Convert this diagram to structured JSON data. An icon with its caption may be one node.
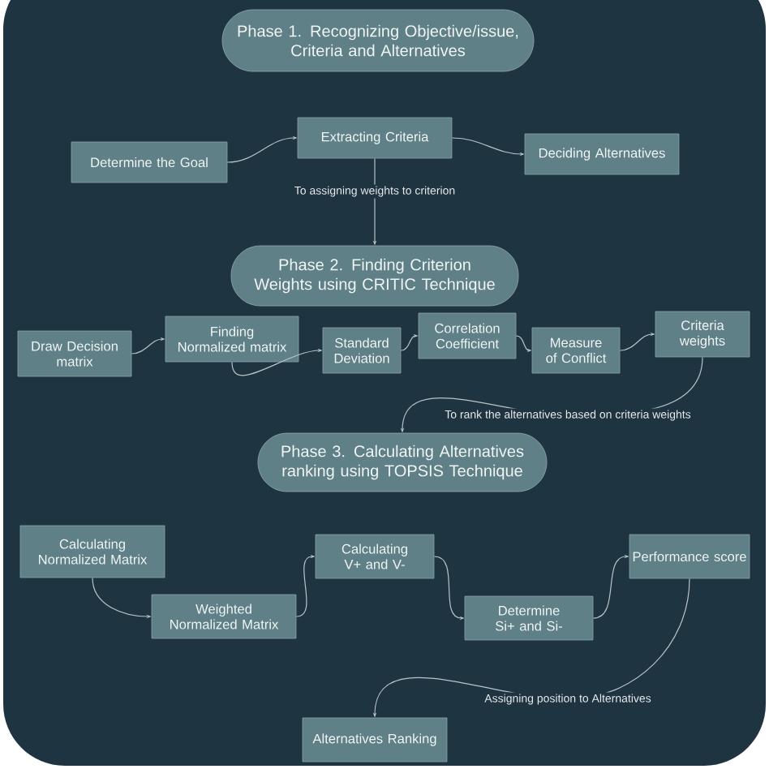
{
  "diagram": {
    "nodes": [
      {
        "text": [
          "Phase 1. Recognizing Objective/issue, Criteria and Alternatives"
        ]
      },
      {
        "text": [
          "Determine the Goal"
        ]
      },
      {
        "text": [
          "Extracting Criteria"
        ]
      },
      {
        "text": [
          "Deciding Alternatives"
        ]
      },
      {
        "text": [
          "Phase 2. Finding Criterion Weights using CRITIC Technique"
        ]
      },
      {
        "text": [
          "Draw Decision matrix"
        ]
      },
      {
        "text": [
          "Finding Normalized matrix"
        ]
      },
      {
        "text": [
          "Standard Deviation"
        ]
      },
      {
        "text": [
          "Correlation Coefficient"
        ]
      },
      {
        "text": [
          "Measure of Conflict"
        ]
      },
      {
        "text": [
          "Criteria weights"
        ]
      },
      {
        "text": [
          "Phase 3. Calculating Alternatives ranking using TOPSIS Technique"
        ]
      },
      {
        "text": [
          "Calculating Normalized Matrix"
        ]
      },
      {
        "text": [
          "Weighted Normalized Matrix"
        ]
      },
      {
        "text": [
          "Calculating V+ and V-"
        ]
      },
      {
        "text": [
          "Determine Si+ and Si-"
        ]
      },
      {
        "text": [
          "Performance score"
        ]
      },
      {
        "text": [
          "Alternatives Ranking"
        ]
      }
    ],
    "edges": [
      {
        "from": 1,
        "to": 2,
        "arrow": "to"
      },
      {
        "from": 2,
        "to": 3,
        "arrow": "to"
      },
      {
        "from": 2,
        "to": 4,
        "arrow": "to",
        "label": "To assigning weights to criterion"
      },
      {
        "from": 5,
        "to": 6,
        "arrow": "to"
      },
      {
        "from": 6,
        "to": 7,
        "arrow": "to"
      },
      {
        "from": 7,
        "to": 8,
        "arrow": "to"
      },
      {
        "from": 8,
        "to": 9,
        "arrow": "to"
      },
      {
        "from": 9,
        "to": 10,
        "arrow": "to"
      },
      {
        "from": 10,
        "to": 11,
        "arrow": "to",
        "label": "To rank the alternatives based on criteria weights"
      },
      {
        "from": 12,
        "to": 13,
        "arrow": "to"
      },
      {
        "from": 13,
        "to": 14,
        "arrow": "to"
      },
      {
        "from": 14,
        "to": 15,
        "arrow": "to"
      },
      {
        "from": 15,
        "to": 16,
        "arrow": "to"
      },
      {
        "from": 16,
        "to": 17,
        "arrow": "to",
        "label": "Assigning position to Alternatives"
      }
    ]
  }
}
